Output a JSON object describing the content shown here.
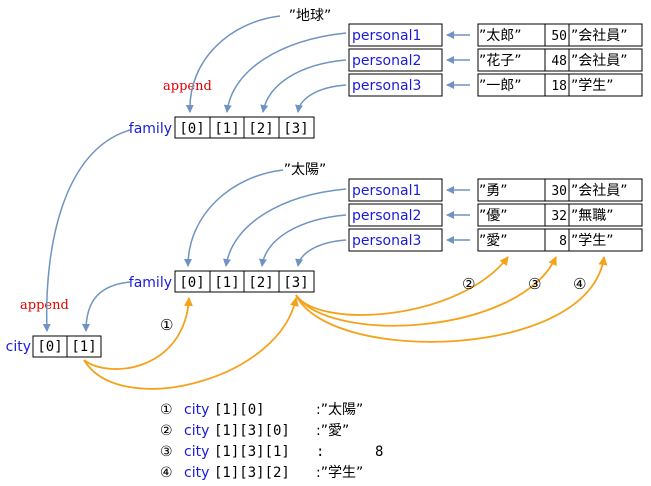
{
  "top_group": {
    "header_value": "”地球”",
    "append_label": "append",
    "list_name": "family",
    "indices": [
      "[0]",
      "[1]",
      "[2]",
      "[3]"
    ],
    "rows": [
      {
        "label": "personal1",
        "name": "”太郎”",
        "age": "50",
        "role": "”会社員”"
      },
      {
        "label": "personal2",
        "name": "”花子”",
        "age": "48",
        "role": "”会社員”"
      },
      {
        "label": "personal3",
        "name": "”一郎”",
        "age": "18",
        "role": "”学生”"
      }
    ]
  },
  "bottom_group": {
    "header_value": "”太陽”",
    "list_name": "family",
    "indices": [
      "[0]",
      "[1]",
      "[2]",
      "[3]"
    ],
    "rows": [
      {
        "label": "personal1",
        "name": "”勇”",
        "age": "30",
        "role": "”会社員”"
      },
      {
        "label": "personal2",
        "name": "”優”",
        "age": "32",
        "role": "”無職”"
      },
      {
        "label": "personal3",
        "name": "”愛”",
        "age": "8",
        "role": "”学生”"
      }
    ],
    "markers": [
      "①",
      "②",
      "③",
      "④"
    ]
  },
  "city": {
    "append_label": "append",
    "name": "city",
    "indices": [
      "[0]",
      "[1]"
    ]
  },
  "legend": [
    {
      "marker": "①",
      "var": "city",
      "index": "[1][0]",
      "value": ":”太陽”"
    },
    {
      "marker": "②",
      "var": "city",
      "index": "[1][3][0]",
      "value": ":”愛”"
    },
    {
      "marker": "③",
      "var": "city",
      "index": "[1][3][1]",
      "value": ":      8"
    },
    {
      "marker": "④",
      "var": "city",
      "index": "[1][3][2]",
      "value": ":”学生”"
    }
  ],
  "colors": {
    "blue_arrow": "#6f93c2",
    "orange_arrow": "#f5a21b",
    "label_blue": "#1a1adc",
    "append_red": "#e00000"
  }
}
